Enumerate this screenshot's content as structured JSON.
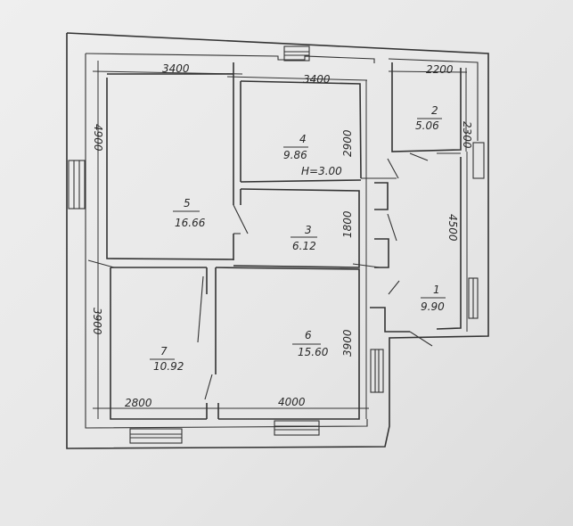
{
  "plan": {
    "rooms": [
      {
        "id": "1",
        "number": "1",
        "area": "9.90"
      },
      {
        "id": "2",
        "number": "2",
        "area": "5.06"
      },
      {
        "id": "3",
        "number": "3",
        "area": "6.12"
      },
      {
        "id": "4",
        "number": "4",
        "area": "9.86",
        "height": "H=3.00"
      },
      {
        "id": "5",
        "number": "5",
        "area": "16.66"
      },
      {
        "id": "6",
        "number": "6",
        "area": "15.60"
      },
      {
        "id": "7",
        "number": "7",
        "area": "10.92"
      }
    ],
    "dimensions": {
      "top_left": "3400",
      "top_middle": "3400",
      "top_right": "2200",
      "right_room2": "2300",
      "right_room4": "2900",
      "right_room3": "1800",
      "right_room1": "4500",
      "left_room5": "4900",
      "left_room7": "3900",
      "right_room6": "3900",
      "bottom_left": "2800",
      "bottom_middle": "4000"
    }
  }
}
